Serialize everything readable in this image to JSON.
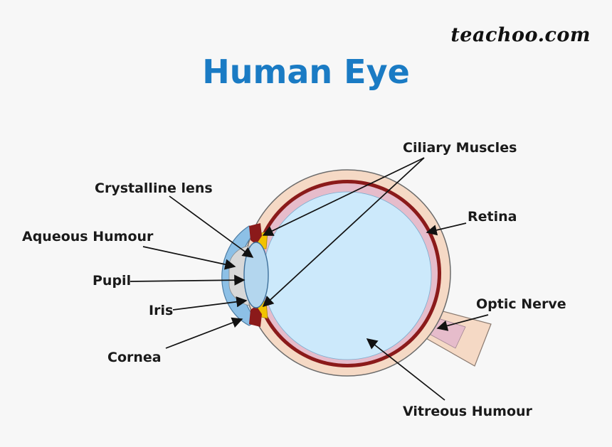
{
  "brand": "teachoo.com",
  "title": "Human Eye",
  "labels": {
    "ciliary_muscles": "Ciliary Muscles",
    "crystalline_lens": "Crystalline lens",
    "retina": "Retina",
    "aqueous_humour": "Aqueous Humour",
    "pupil": "Pupil",
    "optic_nerve": "Optic Nerve",
    "iris": "Iris",
    "cornea": "Cornea",
    "vitreous_humour": "Vitreous Humour"
  },
  "colors": {
    "title": "#1a7bc4",
    "sclera": "#f5d9c5",
    "choroid": "#8b1a1a",
    "retina": "#e6bccb",
    "vitreous": "#cce9fb",
    "lens": "#b3d6ee",
    "cornea": "#8dc0e6",
    "aqueous": "#d8d8d8",
    "ciliary": "#f2c200"
  }
}
